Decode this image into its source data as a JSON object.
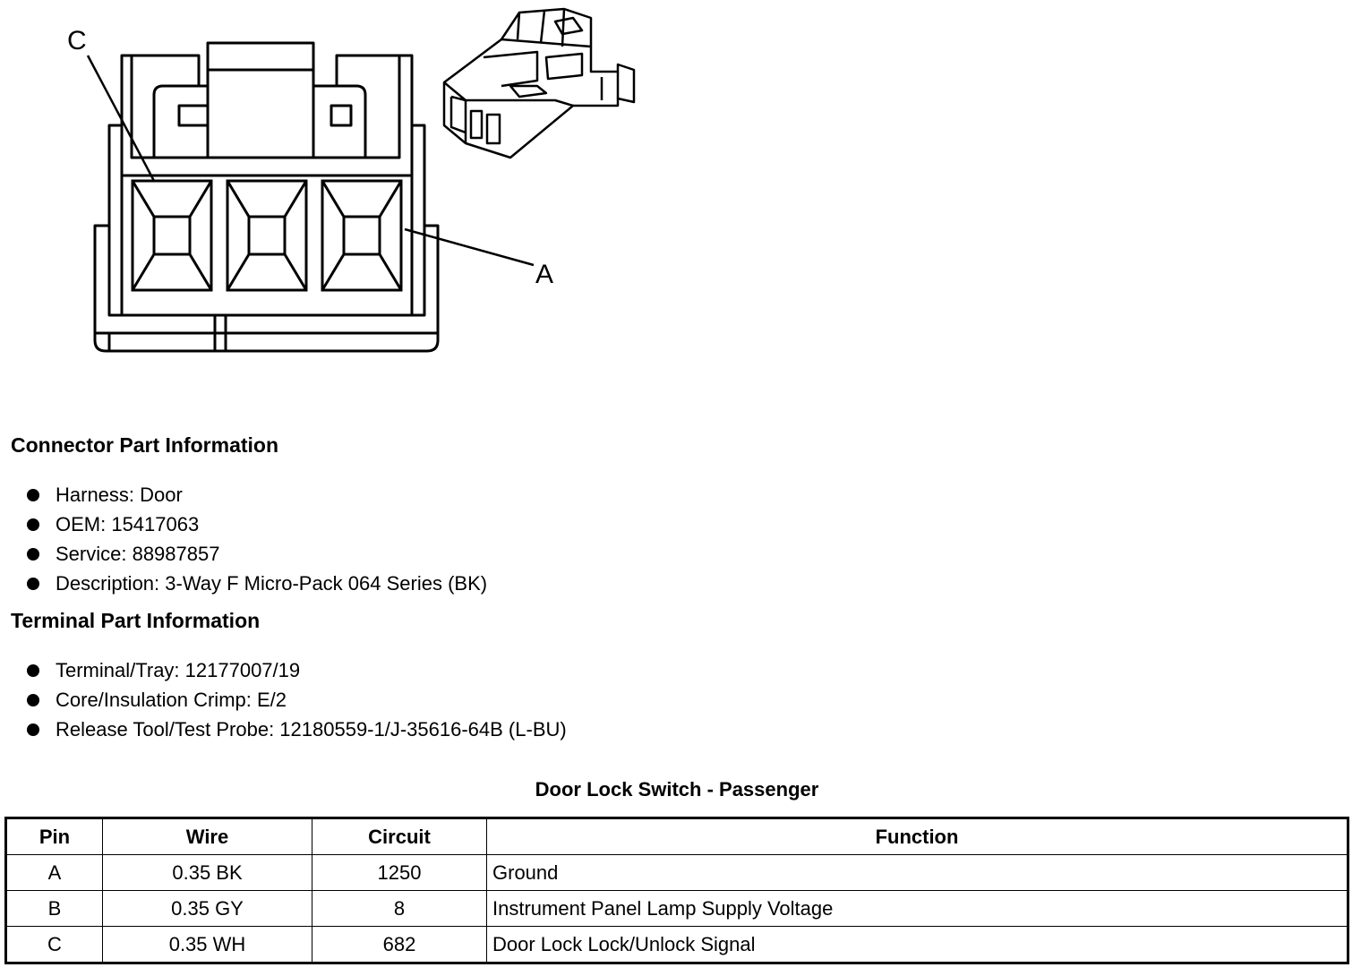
{
  "diagram": {
    "callouts": [
      "C",
      "A"
    ]
  },
  "connector_info": {
    "heading": "Connector Part Information",
    "items": [
      "Harness: Door",
      "OEM: 15417063",
      "Service: 88987857",
      "Description: 3-Way F Micro-Pack 064 Series (BK)"
    ]
  },
  "terminal_info": {
    "heading": "Terminal Part Information",
    "items": [
      "Terminal/Tray: 12177007/19",
      "Core/Insulation Crimp: E/2",
      "Release Tool/Test Probe: 12180559-1/J-35616-64B (L-BU)"
    ]
  },
  "table": {
    "title": "Door Lock Switch - Passenger",
    "headers": [
      "Pin",
      "Wire",
      "Circuit",
      "Function"
    ],
    "rows": [
      [
        "A",
        "0.35 BK",
        "1250",
        "Ground"
      ],
      [
        "B",
        "0.35 GY",
        "8",
        "Instrument Panel Lamp Supply Voltage"
      ],
      [
        "C",
        "0.35 WH",
        "682",
        "Door Lock Lock/Unlock Signal"
      ]
    ]
  }
}
